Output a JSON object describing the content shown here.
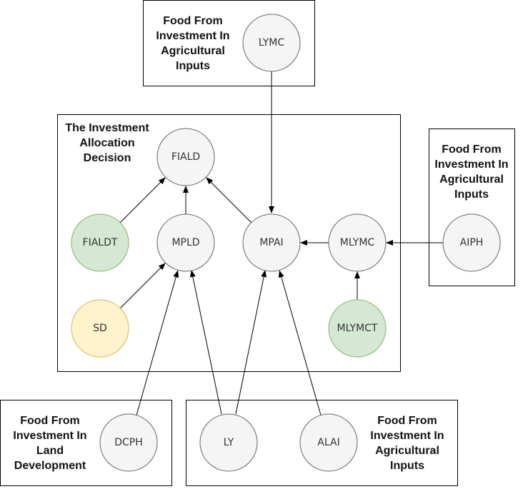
{
  "colors": {
    "default_fill": "#f5f5f5",
    "default_stroke": "#666666",
    "green_fill": "#d5e8d4",
    "green_stroke": "#82b366",
    "yellow_fill": "#fff2cc",
    "yellow_stroke": "#d6b656"
  },
  "boxes": [
    {
      "id": "top-box",
      "title": [
        "Food From",
        "Investment In",
        "Agricultural",
        "Inputs"
      ]
    },
    {
      "id": "main-box",
      "title": [
        "The Investment",
        "Allocation",
        "Decision"
      ]
    },
    {
      "id": "right-box",
      "title": [
        "Food From",
        "Investment In",
        "Agricultural",
        "Inputs"
      ]
    },
    {
      "id": "bottom-left-box",
      "title": [
        "Food From",
        "Investment In",
        "Land",
        "Development"
      ]
    },
    {
      "id": "bottom-right-box",
      "title": [
        "Food From",
        "Investment In",
        "Agricultural",
        "Inputs"
      ]
    }
  ],
  "nodes": [
    {
      "id": "LYMC",
      "label": "LYMC",
      "color": "default"
    },
    {
      "id": "FIALD",
      "label": "FIALD",
      "color": "default"
    },
    {
      "id": "FIALDT",
      "label": "FIALDT",
      "color": "green"
    },
    {
      "id": "MPLD",
      "label": "MPLD",
      "color": "default"
    },
    {
      "id": "MPAI",
      "label": "MPAI",
      "color": "default"
    },
    {
      "id": "MLYMC",
      "label": "MLYMC",
      "color": "default"
    },
    {
      "id": "SD",
      "label": "SD",
      "color": "yellow"
    },
    {
      "id": "MLYMCT",
      "label": "MLYMCT",
      "color": "green"
    },
    {
      "id": "AIPH",
      "label": "AIPH",
      "color": "default"
    },
    {
      "id": "DCPH",
      "label": "DCPH",
      "color": "default"
    },
    {
      "id": "LY",
      "label": "LY",
      "color": "default"
    },
    {
      "id": "ALAI",
      "label": "ALAI",
      "color": "default"
    }
  ],
  "edges": [
    {
      "from": "LYMC",
      "to": "MPAI"
    },
    {
      "from": "FIALDT",
      "to": "FIALD"
    },
    {
      "from": "MPLD",
      "to": "FIALD"
    },
    {
      "from": "MPAI",
      "to": "FIALD"
    },
    {
      "from": "MLYMC",
      "to": "MPAI"
    },
    {
      "from": "AIPH",
      "to": "MLYMC"
    },
    {
      "from": "MLYMCT",
      "to": "MLYMC"
    },
    {
      "from": "SD",
      "to": "MPLD"
    },
    {
      "from": "DCPH",
      "to": "MPLD"
    },
    {
      "from": "LY",
      "to": "MPLD"
    },
    {
      "from": "LY",
      "to": "MPAI"
    },
    {
      "from": "ALAI",
      "to": "MPAI"
    }
  ]
}
